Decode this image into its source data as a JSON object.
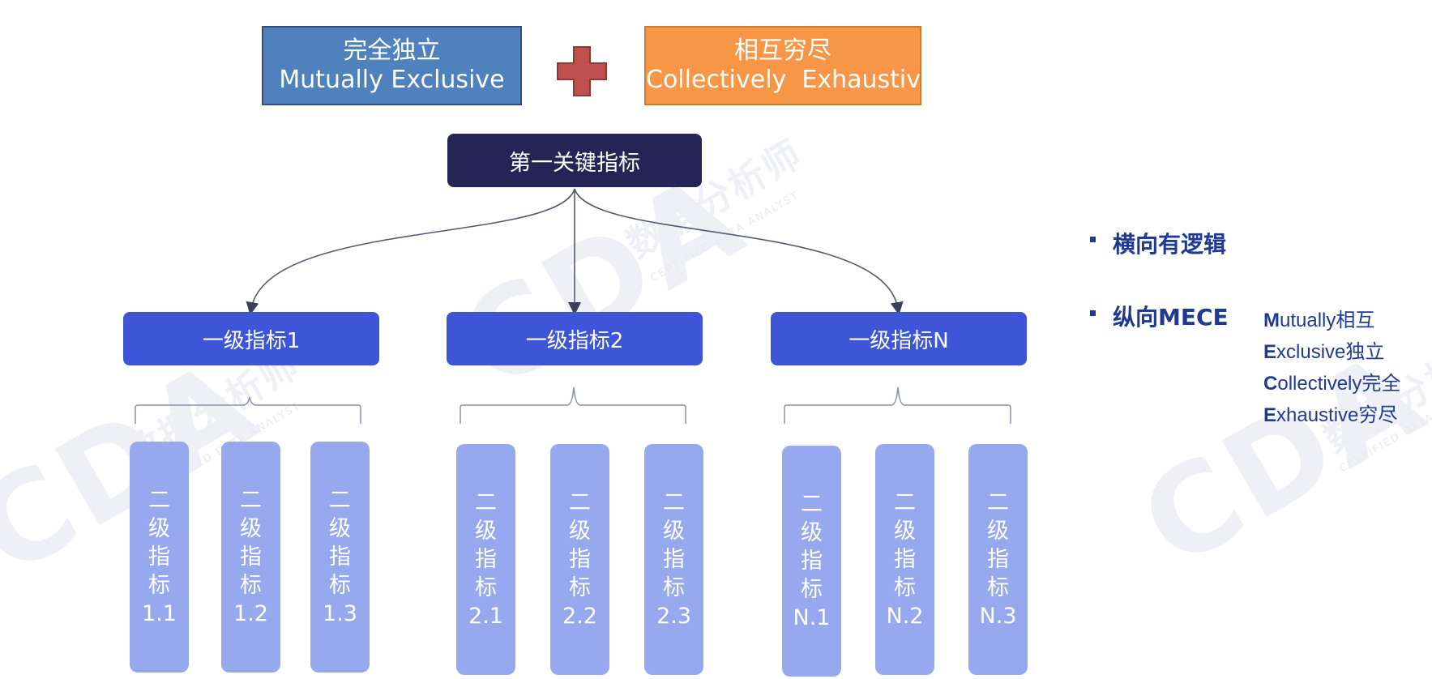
{
  "banner": {
    "left": {
      "cn": "完全独立",
      "en": "Mutually Exclusive",
      "color": "#4f81bd"
    },
    "plus_icon": "plus-icon",
    "right": {
      "cn": "相互穷尽",
      "en": "Collectively  Exhaustive",
      "color": "#f79646"
    }
  },
  "tree": {
    "root": "第一关键指标",
    "level1": [
      "一级指标1",
      "一级指标2",
      "一级指标N"
    ],
    "level2": [
      [
        "二级指标1.1",
        "二级指标1.2",
        "二级指标1.3"
      ],
      [
        "二级指标2.1",
        "二级指标2.2",
        "二级指标2.3"
      ],
      [
        "二级指标N.1",
        "二级指标N.2",
        "二级指标N.3"
      ]
    ]
  },
  "bullets": {
    "horizontal": "横向有逻辑",
    "vertical": "纵向MECE"
  },
  "mece": [
    {
      "initial": "M",
      "rest": "utually相互"
    },
    {
      "initial": "E",
      "rest": "xclusive独立"
    },
    {
      "initial": "C",
      "rest": "ollectively完全"
    },
    {
      "initial": "E",
      "rest": "xhaustive穷尽"
    }
  ],
  "watermark": {
    "logo": "CDA",
    "cn": "数据分析师",
    "en": "CERTIFIED DATA ANALYST"
  },
  "colors": {
    "root": "#262455",
    "level1": "#3d55d6",
    "level2": "#97a9ee",
    "accent_text": "#1f3a93",
    "plus": "#c0504d"
  }
}
